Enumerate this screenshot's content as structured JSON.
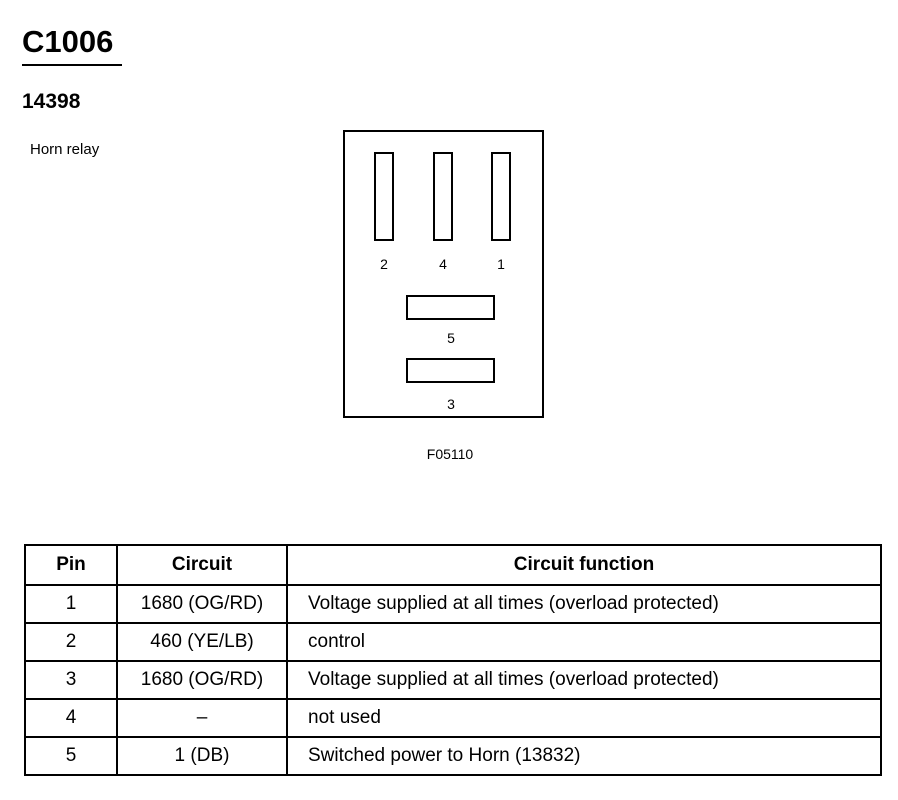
{
  "header": {
    "connector_id": "C1006",
    "part_number": "14398",
    "description": "Horn relay"
  },
  "diagram": {
    "pin_labels": [
      "2",
      "4",
      "1",
      "5",
      "3"
    ],
    "figure_code": "F05110"
  },
  "table": {
    "headers": [
      "Pin",
      "Circuit",
      "Circuit function"
    ],
    "rows": [
      {
        "pin": "1",
        "circuit": "1680 (OG/RD)",
        "function": "Voltage supplied at all times (overload protected)"
      },
      {
        "pin": "2",
        "circuit": "460 (YE/LB)",
        "function": "control"
      },
      {
        "pin": "3",
        "circuit": "1680 (OG/RD)",
        "function": "Voltage supplied at all times (overload protected)"
      },
      {
        "pin": "4",
        "circuit": "–",
        "function": "not used"
      },
      {
        "pin": "5",
        "circuit": "1 (DB)",
        "function": "Switched power  to Horn (13832)"
      }
    ]
  }
}
